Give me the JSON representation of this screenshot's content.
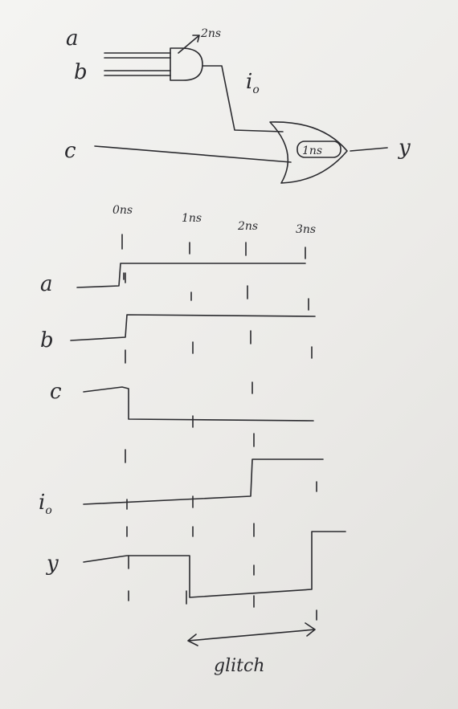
{
  "circuit": {
    "inputs": {
      "a": "a",
      "b": "b",
      "c": "c"
    },
    "and_gate": {
      "delay": "2ns"
    },
    "intermediate": "i",
    "intermediate_sub": "o",
    "or_gate": {
      "delay": "1ns"
    },
    "output": "y"
  },
  "timing": {
    "times": [
      "0ns",
      "1ns",
      "2ns",
      "3ns"
    ],
    "signals": [
      {
        "label": "a",
        "waveform": [
          [
            0,
            0
          ],
          [
            0,
            1
          ]
        ]
      },
      {
        "label": "b",
        "waveform": [
          [
            0,
            0
          ],
          [
            0,
            1
          ]
        ]
      },
      {
        "label": "c",
        "waveform": [
          [
            0,
            1
          ],
          [
            0,
            0
          ]
        ]
      },
      {
        "label": "i",
        "sub": "o",
        "waveform": [
          [
            0,
            0
          ],
          [
            2,
            1
          ]
        ]
      },
      {
        "label": "y",
        "waveform": [
          [
            0,
            1
          ],
          [
            1,
            0
          ],
          [
            3,
            1
          ]
        ]
      }
    ],
    "annotation": "glitch"
  }
}
